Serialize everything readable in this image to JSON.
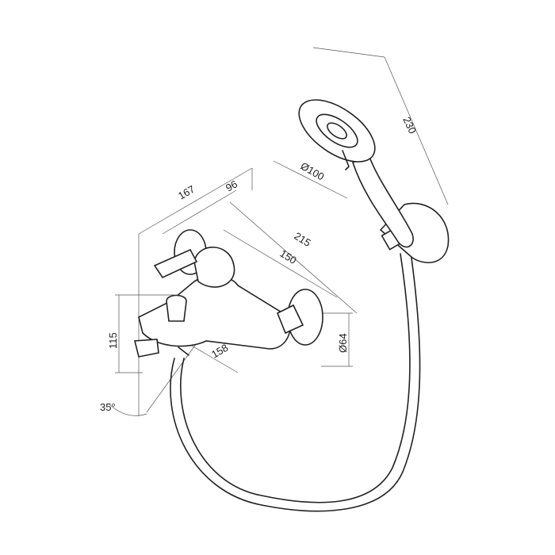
{
  "title": "Bath mixer with hand shower dimension drawing",
  "dimensions": {
    "width_167": "167",
    "depth_96": "96",
    "length_215": "215",
    "spout_150": "150",
    "height_115": "115",
    "spout_158": "158",
    "angle_35": "35°",
    "flange_d64": "Ø64",
    "head_d100": "Ø100",
    "shower_230": "230"
  }
}
